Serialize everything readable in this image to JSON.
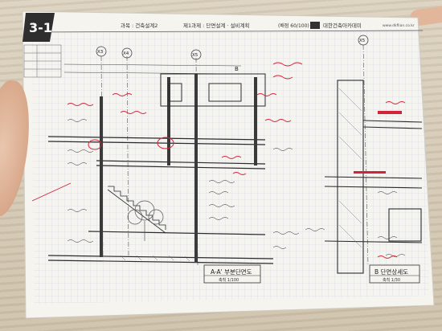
{
  "sheet": {
    "badge": "3-1",
    "course": "과목 : 건축설계2",
    "assignment": "제1과제 : 단면설계 · 설비계획",
    "score": "(배점 60/100)",
    "academy": "대한건축아카데미",
    "website": "www.dkflian.co.kr"
  },
  "drawing": {
    "grid_labels": [
      "X3",
      "X4",
      "X5",
      "X5",
      "B"
    ],
    "section_title": "A-A' 부분단면도",
    "section_scale": "축척 1/100",
    "detail_title": "B 단면상세도",
    "detail_scale": "축척 1/30"
  },
  "colors": {
    "paper": "#f5f4ef",
    "grid": "#b9c6d6",
    "ink": "#2b2b2b",
    "red_ink": "#d2233a"
  }
}
